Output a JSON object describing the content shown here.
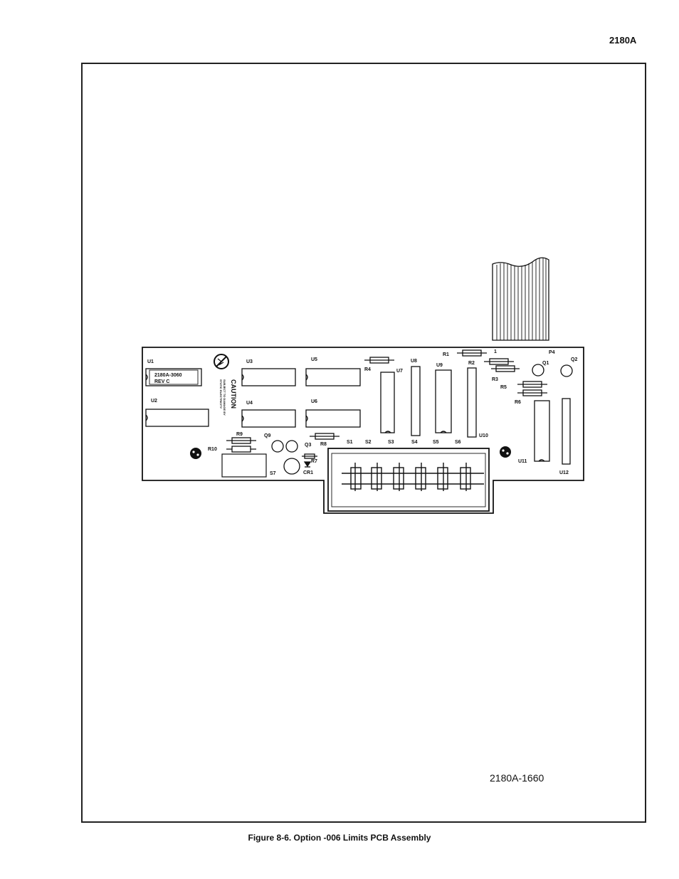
{
  "page_header": {
    "model": "2180A"
  },
  "drawing_number": "2180A-1660",
  "caption": "Figure 8-6. Option -006 Limits PCB Assembly",
  "board": {
    "part_label_line1": "2180A-3060",
    "part_label_line2": "REV C",
    "caution": {
      "title": "CAUTION",
      "line1": "SUBJECT TO DAMAGE BY",
      "line2": "STATIC ELECTRICITY"
    },
    "components": {
      "U1": "U1",
      "U2": "U2",
      "U3": "U3",
      "U4": "U4",
      "U5": "U5",
      "U6": "U6",
      "U7": "U7",
      "U8": "U8",
      "U9": "U9",
      "U10": "U10",
      "U11": "U11",
      "U12": "U12",
      "R1": "R1",
      "R2": "R2",
      "R3": "R3",
      "R4": "R4",
      "R5": "R5",
      "R6": "R6",
      "R7": "R7",
      "R8": "R8",
      "R9": "R9",
      "R10": "R10",
      "Q1": "Q1",
      "Q2": "Q2",
      "Q3": "Q3",
      "Q9": "Q9",
      "CR1": "CR1",
      "P4": "P4",
      "P4_pin1": "1",
      "S1": "S1",
      "S2": "S2",
      "S3": "S3",
      "S4": "S4",
      "S5": "S5",
      "S6": "S6",
      "S7": "S7"
    }
  }
}
